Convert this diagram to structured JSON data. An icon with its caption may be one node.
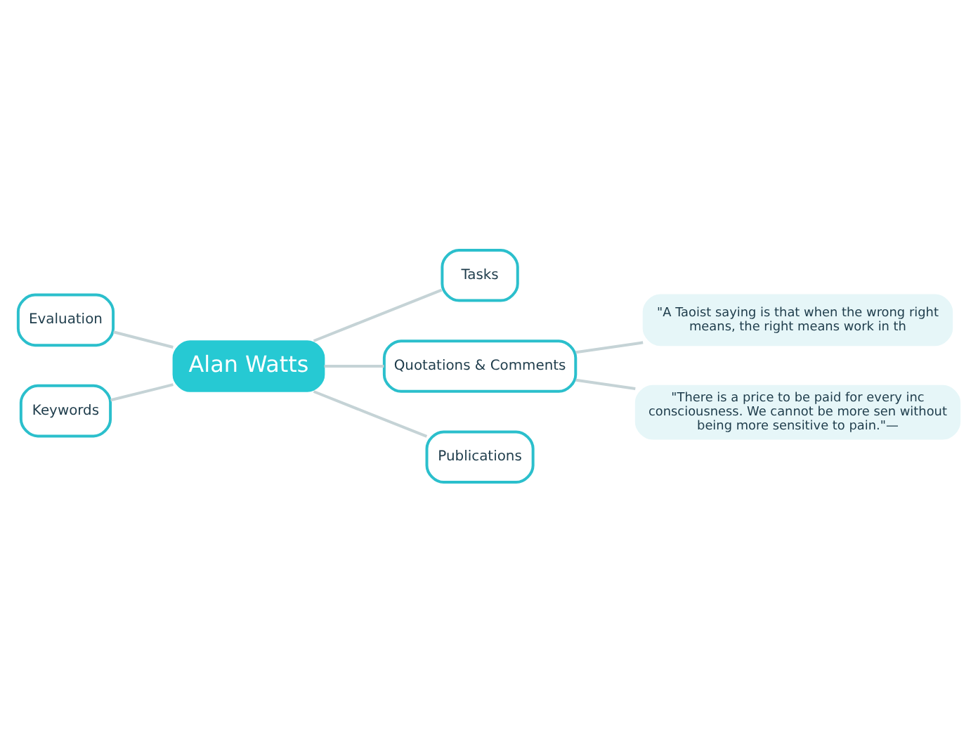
{
  "diagram": {
    "nodes": [
      {
        "text": [
          "Alan Watts"
        ]
      },
      {
        "text": [
          "Tasks"
        ]
      },
      {
        "text": [
          "Quotations & Comments"
        ]
      },
      {
        "text": [
          "\"A Taoist saying is that when the wrong right means, the right means work in th"
        ]
      },
      {
        "text": [
          "\"There is a price to be paid for every inc consciousness. We cannot be more sen without being more sensitive to pain.\"—"
        ]
      },
      {
        "text": [
          "Publications"
        ]
      },
      {
        "text": [
          "Evaluation"
        ]
      },
      {
        "text": [
          "Keywords"
        ]
      }
    ],
    "edges": [
      {
        "from": 0,
        "to": 1,
        "arrow": "none"
      },
      {
        "from": 0,
        "to": 2,
        "arrow": "none"
      },
      {
        "from": 2,
        "to": 3,
        "arrow": "none"
      },
      {
        "from": 2,
        "to": 4,
        "arrow": "none"
      },
      {
        "from": 0,
        "to": 5,
        "arrow": "none"
      },
      {
        "from": 6,
        "to": 0,
        "arrow": "none"
      },
      {
        "from": 7,
        "to": 0,
        "arrow": "none"
      }
    ]
  }
}
